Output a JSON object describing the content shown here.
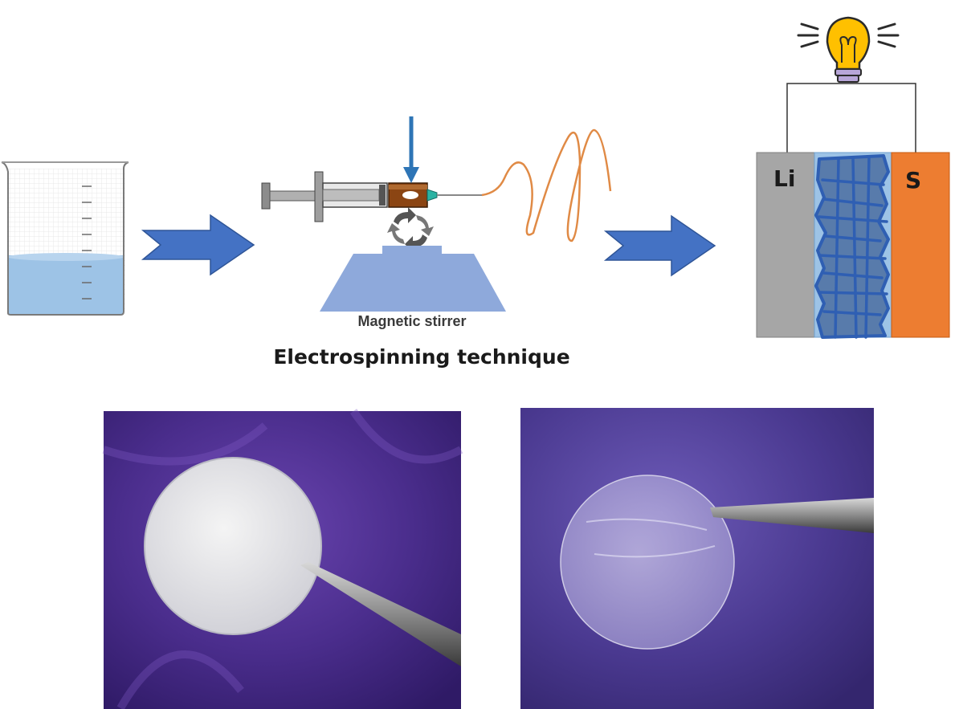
{
  "labels": {
    "stirrer": "Magnetic stirrer",
    "technique": "Electrospinning technique",
    "anode": "Li",
    "cathode": "S"
  },
  "colors": {
    "flow_arrow": "#4472C4",
    "liquid": "#9DC3E6",
    "stirrer_base": "#8EA9DB",
    "fiber": "#E08A45",
    "lithium": "#A6A6A6",
    "sulfur": "#ED7D31",
    "separator": "#9DC3E6",
    "separator_mesh": "#2F5FB3",
    "fabric": "#4B2E8A"
  },
  "icons": [
    "beaker-icon",
    "arrow-right-icon",
    "syringe-icon",
    "stirring-arrows-icon",
    "lightbulb-icon"
  ]
}
